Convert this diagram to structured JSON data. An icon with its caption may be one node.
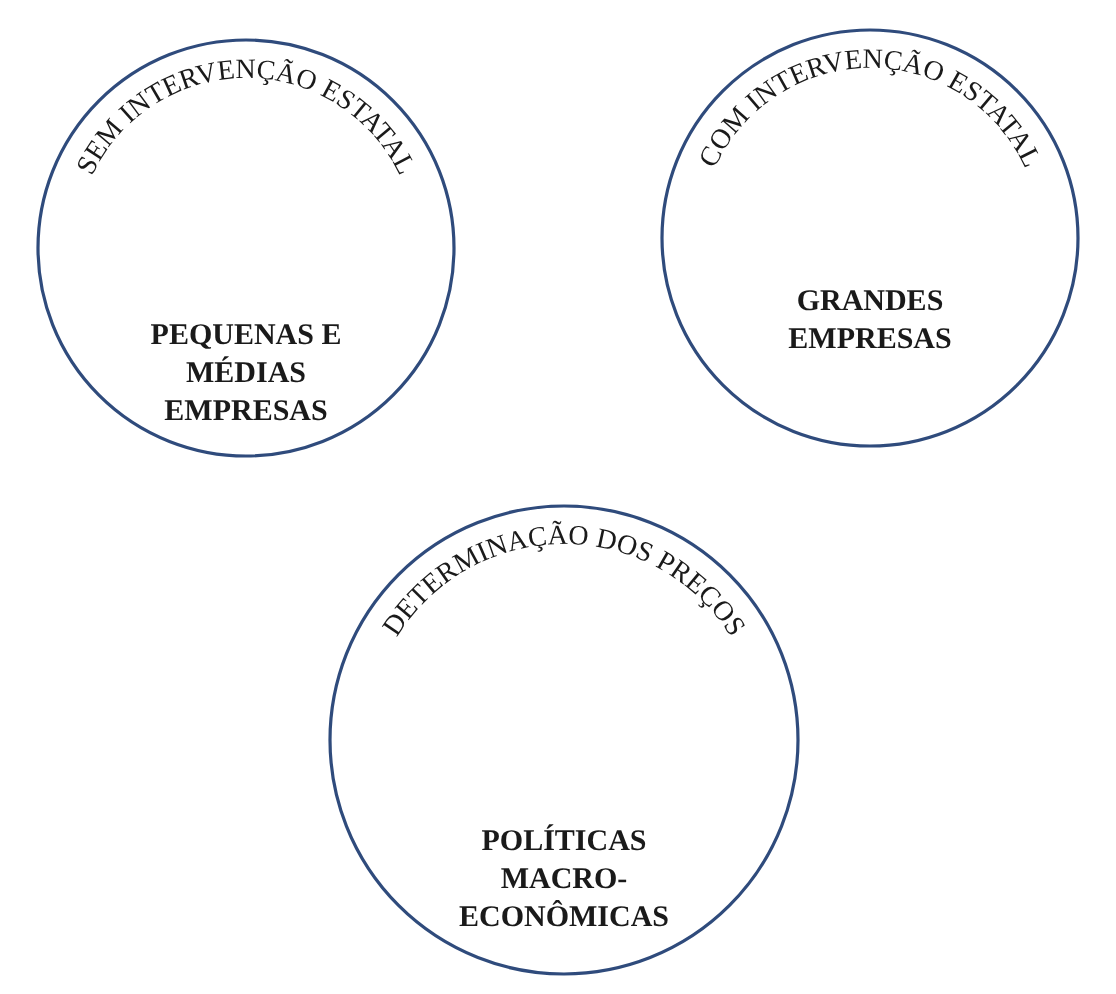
{
  "diagram": {
    "nodes": [
      {
        "text": [
          "SEM INTERVENÇÃO ESTATAL",
          "PEQUENAS E MÉDIAS EMPRESAS"
        ]
      },
      {
        "text": [
          "COM INTERVENÇÃO ESTATAL",
          "GRANDES EMPRESAS"
        ]
      },
      {
        "text": [
          "DETERMINAÇÃO DOS PREÇOS",
          "POLÍTICAS MACRO-ECONÔMICAS"
        ]
      }
    ]
  }
}
